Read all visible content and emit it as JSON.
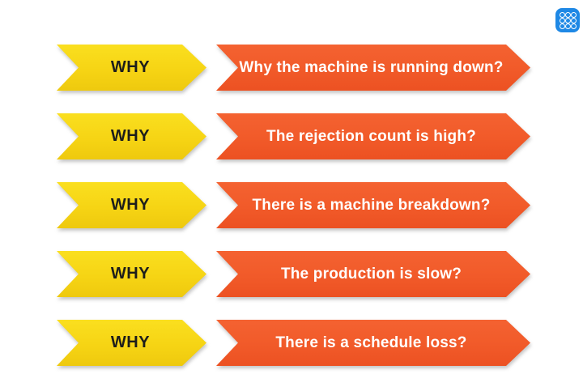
{
  "colors": {
    "yellow": "#f6d414",
    "orange": "#f15a29",
    "blue": "#1e88e5",
    "why_text": "#1d1d1b",
    "answer_text": "#ffffff",
    "dot": "#ffffff"
  },
  "icon": {
    "name": "apps-grid"
  },
  "rows": [
    {
      "label": "WHY",
      "question": "Why the machine is running down?"
    },
    {
      "label": "WHY",
      "question": "The rejection count is high?"
    },
    {
      "label": "WHY",
      "question": "There is a machine breakdown?"
    },
    {
      "label": "WHY",
      "question": "The production is slow?"
    },
    {
      "label": "WHY",
      "question": "There is a schedule loss?"
    }
  ]
}
